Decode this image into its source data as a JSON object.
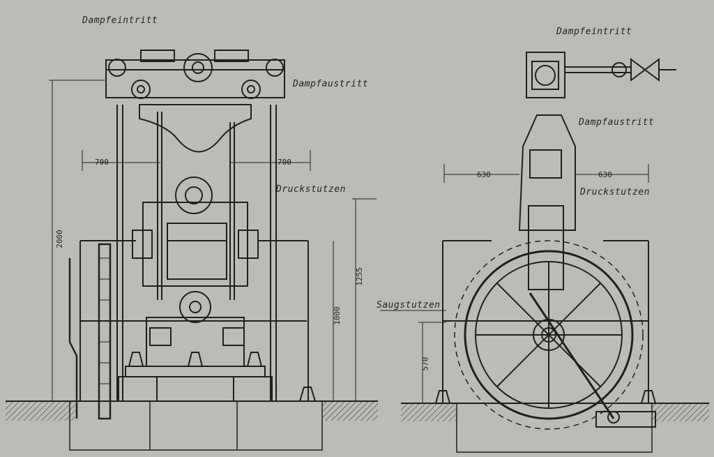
{
  "labels": {
    "dampfeintritt_left": "Dampfeintritt",
    "dampfaustritt_left": "Dampfaustritt",
    "druckstutzen_left": "Druckstutzen",
    "dampfeintritt_right": "Dampfeintritt",
    "dampfaustritt_right": "Dampfaustritt",
    "druckstutzen_right": "Druckstutzen",
    "saugstutzen": "Saugstutzen"
  },
  "dimensions": {
    "left_width_left": "700",
    "left_width_right": "700",
    "left_height_total": "2000",
    "left_height_outlet": "1255",
    "left_height_mid": "1000",
    "right_width_left": "630",
    "right_width_right": "630",
    "right_height_suction": "570"
  },
  "colors": {
    "paper": "#b9bdb5",
    "ink": "#1e211f",
    "ground": "#8f938c"
  }
}
